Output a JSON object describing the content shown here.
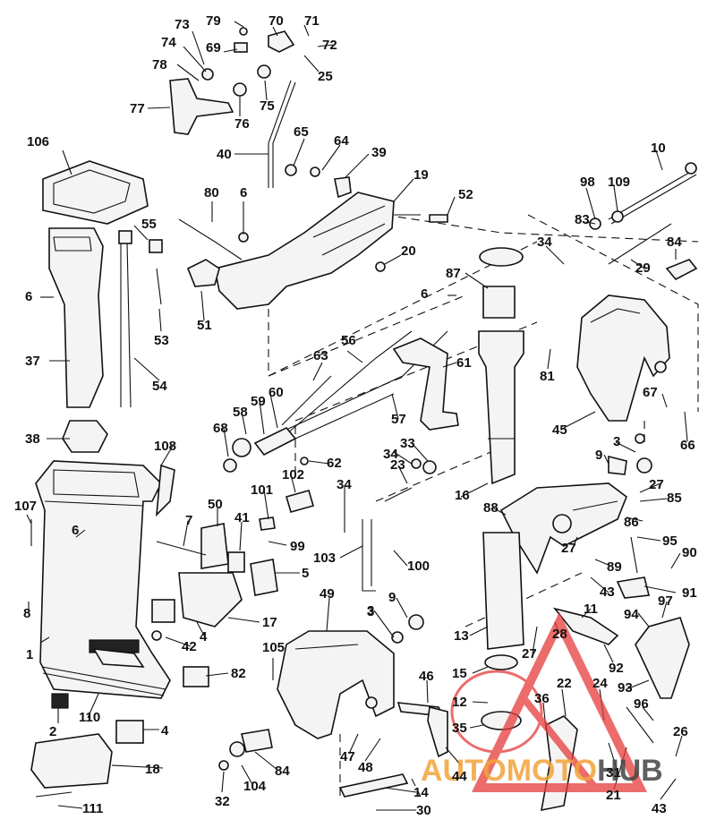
{
  "callouts": [
    {
      "text": "79"
    },
    {
      "text": "70"
    },
    {
      "text": "71"
    },
    {
      "text": "73"
    },
    {
      "text": "72"
    },
    {
      "text": "74"
    },
    {
      "text": "69"
    },
    {
      "text": "78"
    },
    {
      "text": "25"
    },
    {
      "text": "77"
    },
    {
      "text": "75"
    },
    {
      "text": "76"
    },
    {
      "text": "65"
    },
    {
      "text": "64"
    },
    {
      "text": "106"
    },
    {
      "text": "40"
    },
    {
      "text": "39"
    },
    {
      "text": "10"
    },
    {
      "text": "19"
    },
    {
      "text": "98"
    },
    {
      "text": "109"
    },
    {
      "text": "80"
    },
    {
      "text": "6"
    },
    {
      "text": "52"
    },
    {
      "text": "55"
    },
    {
      "text": "83"
    },
    {
      "text": "84"
    },
    {
      "text": "34"
    },
    {
      "text": "20"
    },
    {
      "text": "29"
    },
    {
      "text": "87"
    },
    {
      "text": "6"
    },
    {
      "text": "6"
    },
    {
      "text": "53"
    },
    {
      "text": "51"
    },
    {
      "text": "56"
    },
    {
      "text": "63"
    },
    {
      "text": "61"
    },
    {
      "text": "81"
    },
    {
      "text": "37"
    },
    {
      "text": "54"
    },
    {
      "text": "60"
    },
    {
      "text": "59"
    },
    {
      "text": "58"
    },
    {
      "text": "67"
    },
    {
      "text": "68"
    },
    {
      "text": "57"
    },
    {
      "text": "45"
    },
    {
      "text": "66"
    },
    {
      "text": "38"
    },
    {
      "text": "33"
    },
    {
      "text": "108"
    },
    {
      "text": "62"
    },
    {
      "text": "34"
    },
    {
      "text": "3"
    },
    {
      "text": "9"
    },
    {
      "text": "23"
    },
    {
      "text": "102"
    },
    {
      "text": "27"
    },
    {
      "text": "34"
    },
    {
      "text": "101"
    },
    {
      "text": "16"
    },
    {
      "text": "85"
    },
    {
      "text": "107"
    },
    {
      "text": "88"
    },
    {
      "text": "50"
    },
    {
      "text": "7"
    },
    {
      "text": "41"
    },
    {
      "text": "86"
    },
    {
      "text": "6"
    },
    {
      "text": "95"
    },
    {
      "text": "99"
    },
    {
      "text": "27"
    },
    {
      "text": "90"
    },
    {
      "text": "103"
    },
    {
      "text": "100"
    },
    {
      "text": "5"
    },
    {
      "text": "89"
    },
    {
      "text": "3"
    },
    {
      "text": "91"
    },
    {
      "text": "43"
    },
    {
      "text": "49"
    },
    {
      "text": "8"
    },
    {
      "text": "9"
    },
    {
      "text": "97"
    },
    {
      "text": "11"
    },
    {
      "text": "17"
    },
    {
      "text": "94"
    },
    {
      "text": "28"
    },
    {
      "text": "4"
    },
    {
      "text": "3"
    },
    {
      "text": "13"
    },
    {
      "text": "1"
    },
    {
      "text": "42"
    },
    {
      "text": "92"
    },
    {
      "text": "105"
    },
    {
      "text": "27"
    },
    {
      "text": "46"
    },
    {
      "text": "82"
    },
    {
      "text": "15"
    },
    {
      "text": "93"
    },
    {
      "text": "22"
    },
    {
      "text": "24"
    },
    {
      "text": "36"
    },
    {
      "text": "12"
    },
    {
      "text": "96"
    },
    {
      "text": "110"
    },
    {
      "text": "2"
    },
    {
      "text": "35"
    },
    {
      "text": "4"
    },
    {
      "text": "26"
    },
    {
      "text": "47"
    },
    {
      "text": "48"
    },
    {
      "text": "18"
    },
    {
      "text": "44"
    },
    {
      "text": "31"
    },
    {
      "text": "84"
    },
    {
      "text": "104"
    },
    {
      "text": "32"
    },
    {
      "text": "21"
    },
    {
      "text": "14"
    },
    {
      "text": "43"
    },
    {
      "text": "111"
    },
    {
      "text": "30"
    }
  ],
  "watermark": {
    "text": "AUTOMOTOHUB",
    "color_main": "#f2a33a",
    "color_hub": "#444444",
    "color_logo": "#e63c3c"
  }
}
